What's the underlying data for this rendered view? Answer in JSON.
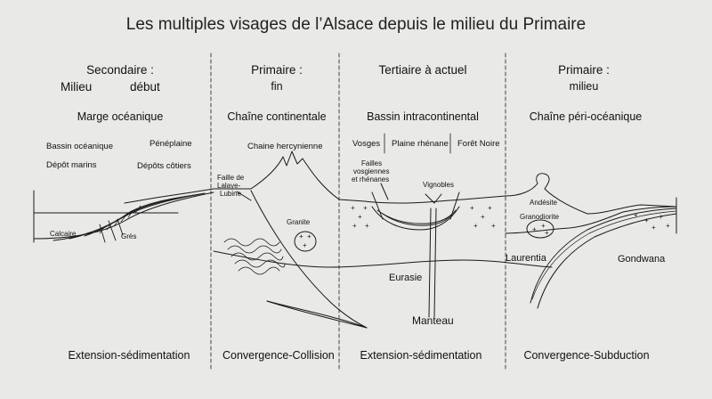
{
  "title": "Les multiples visages de l’Alsace depuis le milieu du Primaire",
  "panels": [
    {
      "era_line1": "Secondaire :",
      "era_line2a": "Milieu",
      "era_line2b": "début",
      "setting": "Marge océanique",
      "labels": {
        "bassin": "Bassin océanique",
        "peneplaine": "Pénéplaine",
        "depot_marins": "Dépôt marins",
        "depots_cotiers": "Dépôts côtiers",
        "calcaire": "Calcaire",
        "gres": "Grès"
      },
      "process": "Extension-sédimentation"
    },
    {
      "era_line1": "Primaire :",
      "era_line2": "fin",
      "setting": "Chaîne continentale",
      "labels": {
        "chaine": "Chaine hercynienne",
        "faille_1": "Faille de",
        "faille_2": "Lalaye-",
        "faille_3": "Lubine",
        "granite": "Granite"
      },
      "process": "Convergence-Collision"
    },
    {
      "era_line1": "Tertiaire à actuel",
      "setting": "Bassin intracontinental",
      "labels": {
        "vosges": "Vosges",
        "plaine": "Plaine rhénane",
        "foret": "Forêt Noire",
        "failles_1": "Failles",
        "failles_2": "vosgiennes",
        "failles_3": "et rhénanes",
        "vignobles": "Vignobles",
        "eurasie": "Eurasie",
        "manteau": "Manteau"
      },
      "process": "Extension-sédimentation"
    },
    {
      "era_line1": "Primaire :",
      "era_line2": "milieu",
      "setting": "Chaîne péri-océanique",
      "labels": {
        "andesite": "Andésite",
        "granodiorite": "Granodiorite",
        "laurentia": "Laurentia",
        "gondwana": "Gondwana"
      },
      "process": "Convergence-Subduction"
    }
  ],
  "colors": {
    "paper": "#e9e9e7",
    "ink": "#1a1a1a"
  }
}
